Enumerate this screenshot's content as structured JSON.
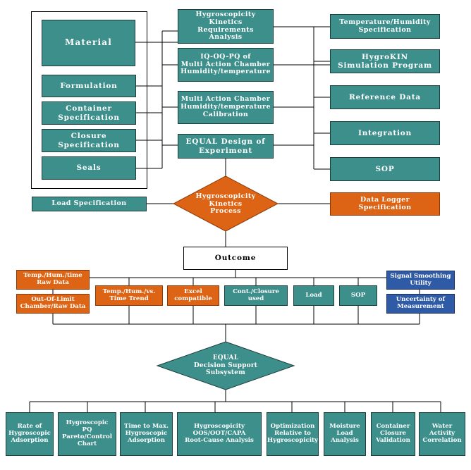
{
  "colors": {
    "teal": "#3d8f8c",
    "orange": "#dd6414",
    "blue": "#2f5aa5",
    "line": "#000000"
  },
  "top": {
    "requirements": "Hygroscopicity Kinetics\nRequirements\nAnalysis",
    "iqoqpq": "IQ-OQ-PQ of\nMulti Action Chamber\nHumidity/temperature",
    "calibration": "Multi Action Chamber\nHumidity/temperature\nCalibration",
    "doe": "EQUAL Design of\nExperiment"
  },
  "left_inputs": {
    "material": "Material",
    "formulation": "Formulation",
    "container": "Container\nSpecification",
    "closure": "Closure\nSpecification",
    "seals": "Seals",
    "load_spec": "Load Specification"
  },
  "right_inputs": {
    "temp_humidity": "Temperature/Humidity\nSpecification",
    "hygrokin": "HygroKIN\nSimulation Program",
    "reference": "Reference Data",
    "integration": "Integration",
    "sop": "SOP",
    "data_logger": "Data Logger\nSpecification"
  },
  "process": "Hygroscopicity\nKinetics\nProcess",
  "outcome": "Outcome",
  "outputs": {
    "raw_data": "Temp./Hum./time\nRaw Data",
    "out_of_limit": "Out-Of-Limit\nChamber/Raw Data",
    "trend": "Temp./Hum./vs.\nTime Trend",
    "excel": "Excel\ncompatible",
    "cont_closure": "Cont./Closure\nused",
    "load": "Load",
    "sop": "SOP",
    "smoothing": "Signal Smoothing\nUtility",
    "uncertainty": "Uncertainty of\nMeasurement"
  },
  "decision": "EQUAL\nDecision Support\nSubsystem",
  "bottom": [
    "Rate of\nHygroscopic\nAdsorption",
    "Hygroscopic\nPQ\nPareto/Control\nChart",
    "Time to Max.\nHygroscopic\nAdsorption",
    "Hygroscopicity\nOOS/OOT/CAPA\nRoot-Cause Analysis",
    "Optimization\nRelative to\nHygroscopicity",
    "Moisture\nLoad\nAnalysis",
    "Container\nClosure\nValidation",
    "Water\nActivity\nCorrelation"
  ]
}
